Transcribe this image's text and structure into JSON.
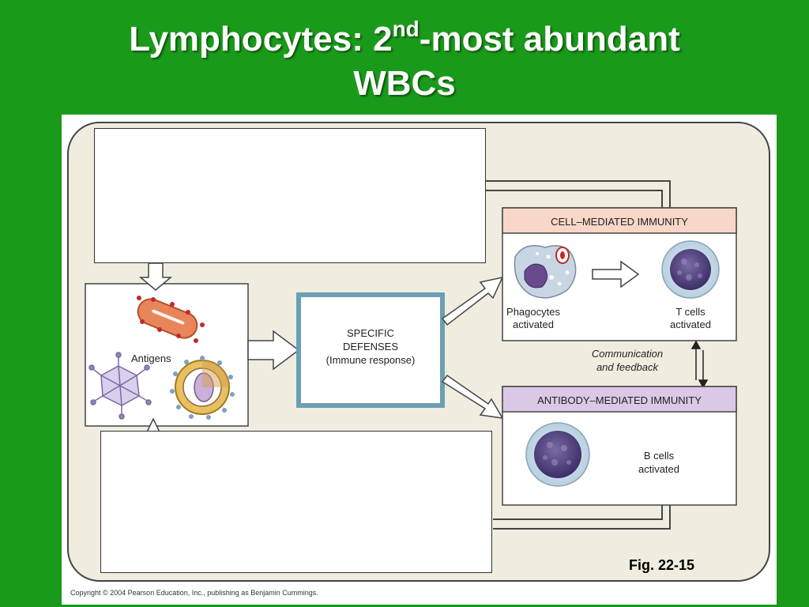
{
  "slide": {
    "title_part1": "Lymphocytes:  2",
    "title_sup": "nd",
    "title_part2": "-most abundant",
    "title_line2": "WBCs"
  },
  "diagram": {
    "antigens_label": "Antigens",
    "specific_line1": "SPECIFIC",
    "specific_line2": "DEFENSES",
    "specific_line3": "(Immune response)",
    "cell_header": "CELL–MEDIATED IMMUNITY",
    "phagocytes_line1": "Phagocytes",
    "phagocytes_line2": "activated",
    "tcells_line1": "T cells",
    "tcells_line2": "activated",
    "comm_line1": "Communication",
    "comm_line2": "and feedback",
    "antibody_header": "ANTIBODY–MEDIATED IMMUNITY",
    "bcells_line1": "B cells",
    "bcells_line2": "activated",
    "fig_label": "Fig. 22-15",
    "copyright": "Copyright © 2004 Pearson Education, Inc., publishing as Benjamin Cummings."
  },
  "colors": {
    "slide_bg": "#1a9a1a",
    "panel_bg": "#f0ede0",
    "cell_header_bg": "#f8d6c8",
    "antibody_header_bg": "#dac8e6",
    "specific_border": "#6aa0b4",
    "antigen_rod": "#e8855a",
    "cell_purple": "#5a4a8a"
  }
}
